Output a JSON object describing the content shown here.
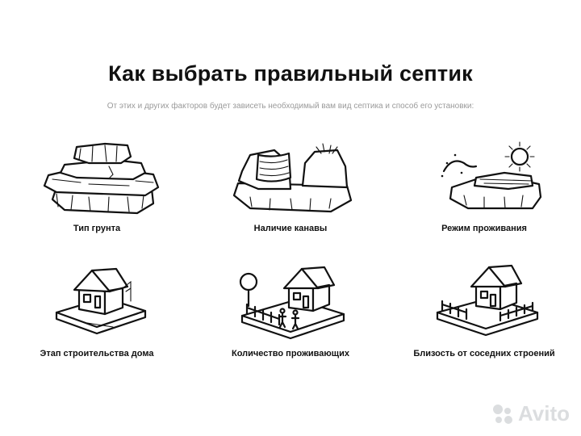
{
  "page": {
    "title": "Как выбрать правильный септик",
    "subtitle": "От этих и других факторов будет зависеть необходимый вам вид септика и способ его установки:"
  },
  "factors": [
    {
      "label": "Тип грунта",
      "icon": "soil-layers-icon"
    },
    {
      "label": "Наличие канавы",
      "icon": "ditch-icon"
    },
    {
      "label": "Режим проживания",
      "icon": "seasons-sun-icon"
    },
    {
      "label": "Этап строительства дома",
      "icon": "house-construction-icon"
    },
    {
      "label": "Количество проживающих",
      "icon": "house-family-icon"
    },
    {
      "label": "Близость от соседних строений",
      "icon": "house-fence-icon"
    }
  ],
  "watermark": {
    "text": "Avito"
  }
}
